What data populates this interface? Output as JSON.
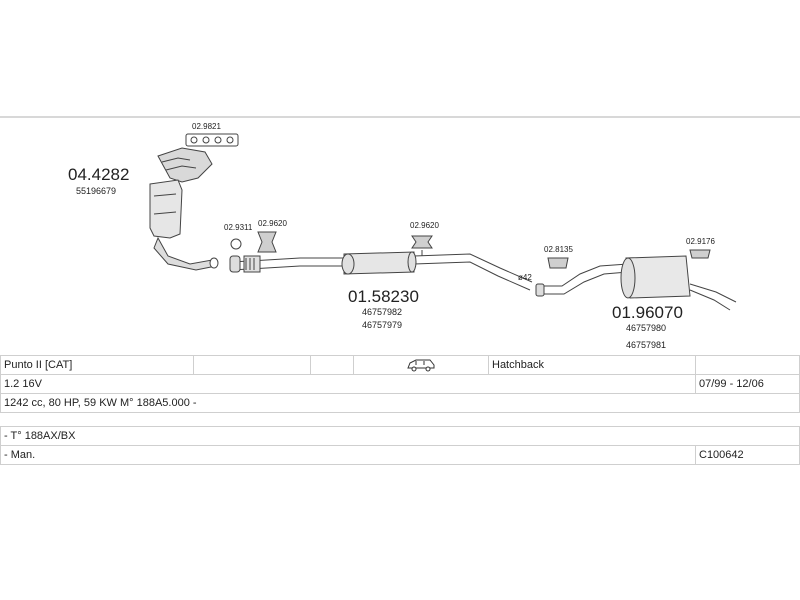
{
  "diagram": {
    "parts": {
      "catalyst": {
        "code": "04.4282",
        "oem": [
          "55196679"
        ]
      },
      "manifold_gasket": {
        "code": "02.9821"
      },
      "ring_seal": {
        "code": "02.9311"
      },
      "clamp_1": {
        "code": "02.9620"
      },
      "hanger_1": {
        "code": "02.9620"
      },
      "front_pipe": {
        "code": "01.58230",
        "oem": [
          "46757982",
          "46757979"
        ]
      },
      "hanger_2": {
        "code": "02.8135"
      },
      "diameter": {
        "code": "ø42"
      },
      "rear_silencer": {
        "code": "01.96070",
        "oem": [
          "46757980",
          "46757981"
        ]
      },
      "hanger_3": {
        "code": "02.9176"
      }
    }
  },
  "spec": {
    "model": "Punto II  [CAT]",
    "body_type": "Hatchback",
    "engine": "1.2 16V",
    "years": "07/99 - 12/06",
    "details": "1242 cc, 80 HP, 59 KW M° 188A5.000 -",
    "type_code": "- T° 188AX/BX",
    "transmission": "- Man.",
    "catalog_code": "C100642",
    "icon": "car-icon"
  }
}
